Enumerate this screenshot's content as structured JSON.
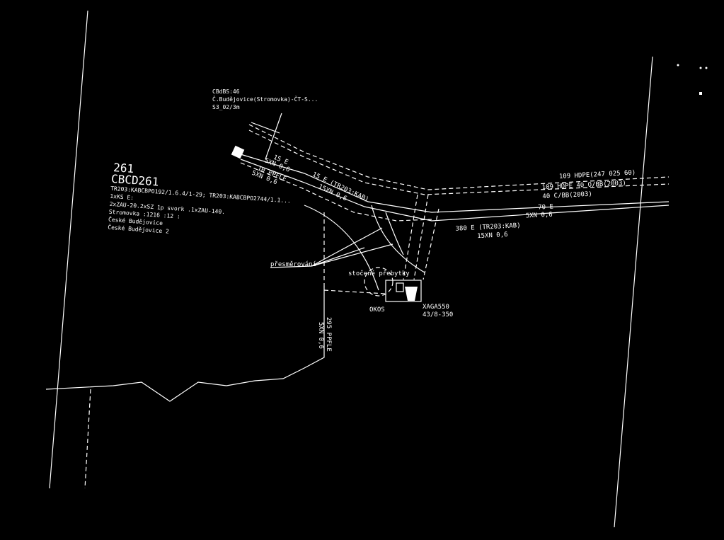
{
  "header_block": {
    "line1": "CBdBS:46",
    "line2": "Č.Budějovice(Stromovka)-ČT-S...",
    "line3": "S3_02/3m"
  },
  "site_block": {
    "number": "261",
    "code": "CBCD261",
    "cable_ref": "TR203:KABCBPO192/1.6.4/1-29; TR203:KABCBPO2744/1.1...",
    "line4": "1xKS E:",
    "line5": "2xZAU-20.2xSZ 1p svork .1xZAU-140.",
    "line6": "Stromovka :1216 :12 :",
    "line7": "České Budějovice",
    "line8": "České Budějovice 2"
  },
  "route_labels": {
    "l1": "15 E",
    "l2": "5XN 0,6",
    "l3": "10 PPFLE",
    "l4": "5XN 0,6",
    "l5": "15 E (TR203:KAB)",
    "l6": "15XN 0,6"
  },
  "right_labels": {
    "r1": "109 HDPE(247 025 60)",
    "r2": "109 HDPE 40 O/BB(2003)",
    "r3": "40 C/BB(2003)",
    "r4": "70 E",
    "r5": "5XN 0,6",
    "r6": "380 E (TR203:KAB)",
    "r7": "15XN 0,6"
  },
  "annotations": {
    "redirect": "přesměrování",
    "coiled": "stočené přebytky",
    "okos": "OKOS",
    "xaga": "XAGA550",
    "xaga_size": "43/8-350",
    "vertical_1": "295 PPFLE",
    "vertical_2": "5XN 0,6"
  }
}
